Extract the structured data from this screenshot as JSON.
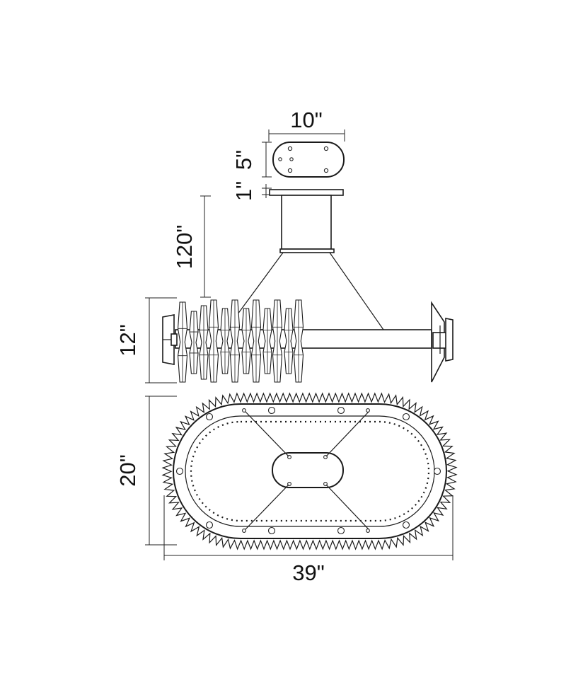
{
  "dimensions": {
    "canopy_width": "10\"",
    "canopy_depth": "5\"",
    "canopy_height": "1\"",
    "chain_length": "120\"",
    "body_height": "12\"",
    "body_depth": "20\"",
    "body_width": "39\""
  },
  "colors": {
    "line": "#1a1a1a",
    "background": "#ffffff"
  }
}
